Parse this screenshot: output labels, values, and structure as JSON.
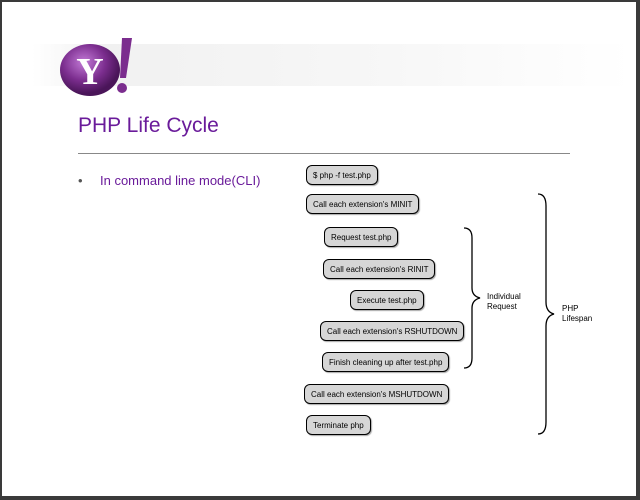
{
  "slide": {
    "title": "PHP Life Cycle",
    "bullet": "In command line mode(CLI)"
  },
  "steps": [
    {
      "label": "$ php -f test.php"
    },
    {
      "label": "Call each extension's MINIT"
    },
    {
      "label": "Request test.php"
    },
    {
      "label": "Call each extension's RINIT"
    },
    {
      "label": "Execute test.php"
    },
    {
      "label": "Call each extension's RSHUTDOWN"
    },
    {
      "label": "Finish cleaning up after test.php"
    },
    {
      "label": "Call each extension's MSHUTDOWN"
    },
    {
      "label": "Terminate php"
    }
  ],
  "braces": {
    "individual_request_line1": "Individual",
    "individual_request_line2": "Request",
    "php_lifespan_line1": "PHP",
    "php_lifespan_line2": "Lifespan"
  },
  "colors": {
    "title": "#6a1b9a",
    "logo_purple": "#7b2d8e",
    "step_fill": "#d6d6d6"
  }
}
